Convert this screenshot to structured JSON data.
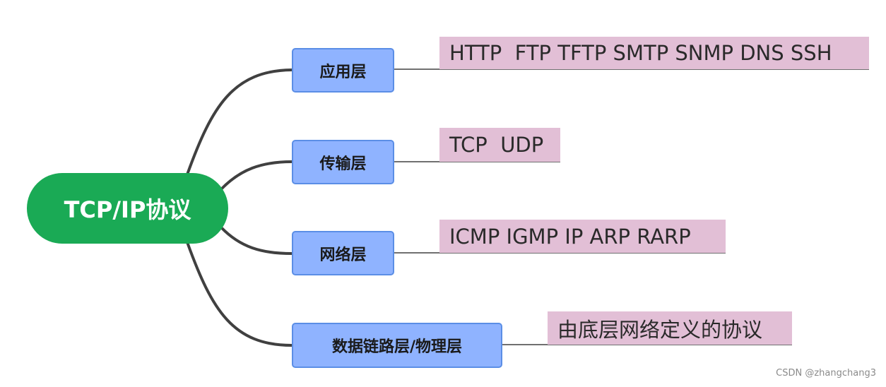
{
  "root": {
    "label": "TCP/IP协议",
    "color": "#1aaa55"
  },
  "layers": [
    {
      "label": "应用层",
      "protocols": "HTTP  FTP TFTP SMTP SNMP DNS SSH"
    },
    {
      "label": "传输层",
      "protocols": "TCP  UDP"
    },
    {
      "label": "网络层",
      "protocols": "ICMP IGMP IP ARP RARP"
    },
    {
      "label": "数据链路层/物理层",
      "protocols": "由底层网络定义的协议"
    }
  ],
  "colors": {
    "layer_fill": "#8fb3ff",
    "layer_border": "#5b8ee6",
    "protocol_fill": "#e2bfd6",
    "connector": "#404040"
  },
  "watermark": "CSDN @zhangchang3"
}
